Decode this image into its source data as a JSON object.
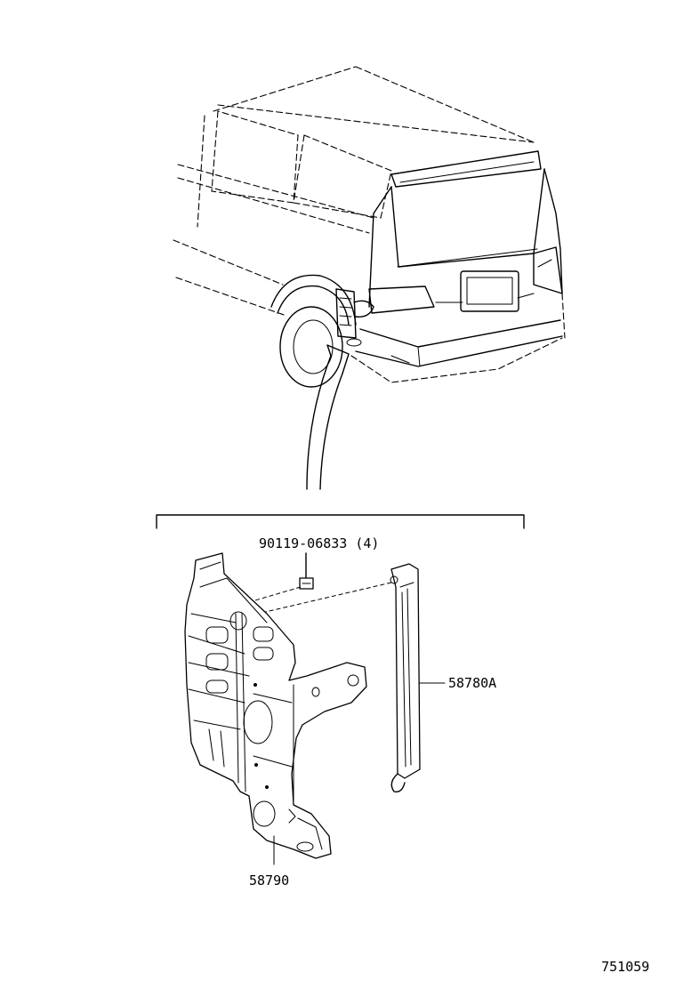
{
  "callouts": {
    "bolt": "90119-06833 (4)",
    "bracket": "58780A",
    "panel": "58790"
  },
  "diagram_id": "751059",
  "icons": {
    "vehicle": "minivan-rear-view-icon",
    "pointer": "curved-arrow-icon",
    "bolt": "bolt-icon",
    "panel": "mounting-panel-icon",
    "bracket": "support-bracket-icon"
  }
}
